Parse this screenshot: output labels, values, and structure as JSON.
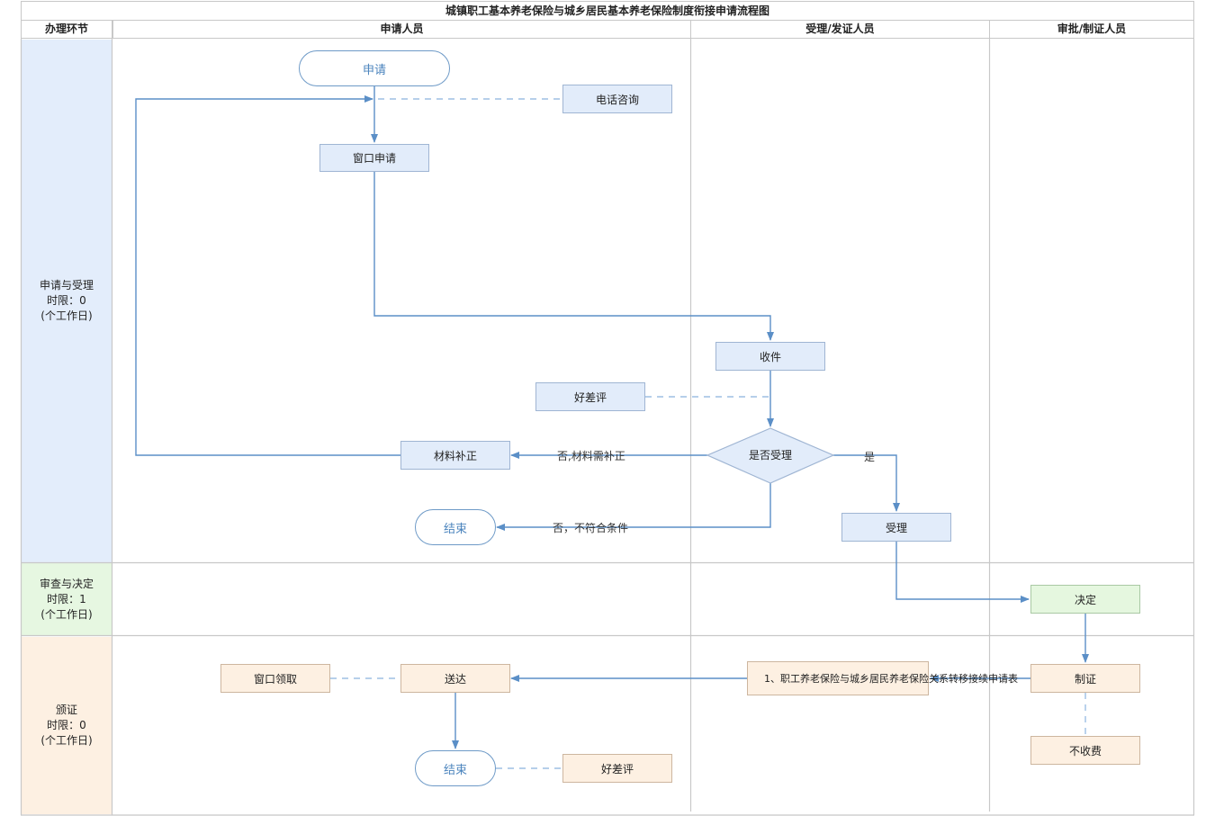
{
  "title": "城镇职工基本养老保险与城乡居民基本养老保险制度衔接申请流程图",
  "columns": [
    "办理环节",
    "申请人员",
    "受理/发证人员",
    "审批/制证人员"
  ],
  "phases": [
    {
      "name": "申请与受理",
      "limit": "时限：0",
      "unit": "(个工作日)"
    },
    {
      "name": "审查与决定",
      "limit": "时限：1",
      "unit": "(个工作日)"
    },
    {
      "name": "颁证",
      "limit": "时限：0",
      "unit": "(个工作日)"
    }
  ],
  "nodes": {
    "apply_start": "申请",
    "phone_consult": "电话咨询",
    "window_apply": "窗口申请",
    "receive": "收件",
    "good_bad_review_1": "好差评",
    "accept_decision": "是否受理",
    "material_supplement": "材料补正",
    "end_1": "结束",
    "accept": "受理",
    "decide": "决定",
    "make_cert": "制证",
    "application_form": "1、职工养老保险与城乡居民养老保险关系转移接续申请表",
    "deliver": "送达",
    "window_collect": "窗口领取",
    "no_fee": "不收费",
    "end_2": "结束",
    "good_bad_review_2": "好差评"
  },
  "edge_labels": {
    "no_supplement": "否,材料需补正",
    "no_unqualified": "否，不符合条件",
    "yes": "是"
  },
  "colors": {
    "line": "#5b8fc7",
    "dashed": "#9dbfe3",
    "phase1": "#e3edfb",
    "phase2": "#e6f7e1",
    "phase3": "#fdf0e2",
    "grid": "#c8c8c8"
  }
}
